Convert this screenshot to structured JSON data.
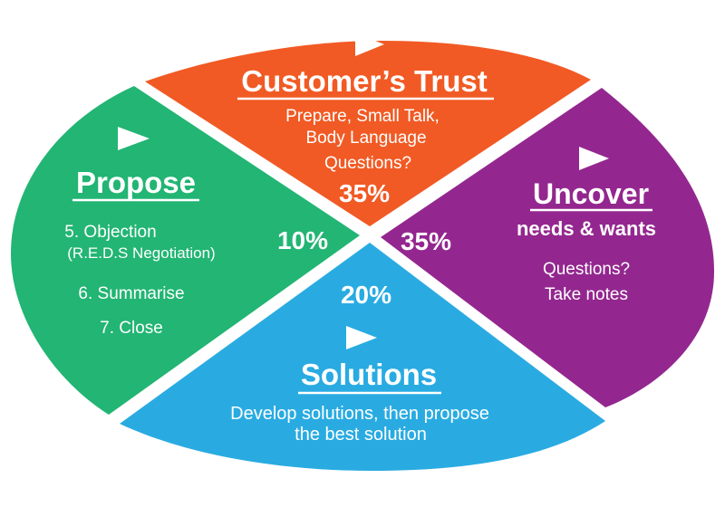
{
  "colors": {
    "trust": "#f15a24",
    "uncover": "#93278f",
    "solutions": "#29abe2",
    "propose": "#22b573",
    "text": "#ffffff"
  },
  "segments": {
    "trust": {
      "step": "1",
      "title": "Customer’s Trust",
      "lines": [
        "Prepare, Small Talk,",
        "Body Language",
        "Questions?"
      ],
      "percent": "35%"
    },
    "uncover": {
      "step": "2",
      "title": "Uncover",
      "subtitle": "needs & wants",
      "lines": [
        "Questions?",
        "Take notes"
      ],
      "percent": "35%"
    },
    "solutions": {
      "step": "3",
      "title": "Solutions",
      "lines": [
        "Develop solutions, then propose",
        "the best solution"
      ],
      "percent": "20%"
    },
    "propose": {
      "step": "4",
      "title": "Propose",
      "items": [
        "5. Objection",
        "(R.E.D.S Negotiation)",
        "6. Summarise",
        "7. Close"
      ],
      "percent": "10%"
    }
  }
}
